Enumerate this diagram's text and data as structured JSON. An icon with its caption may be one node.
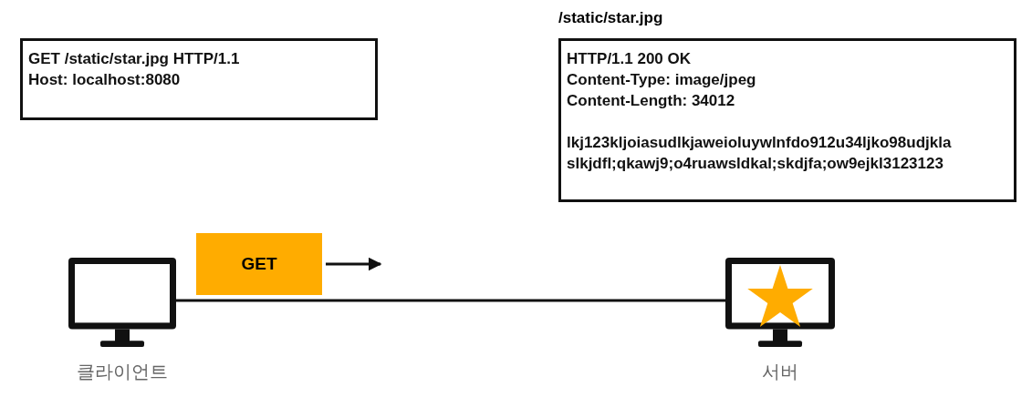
{
  "diagram": {
    "nodes": [
      {
        "text": [
          "GET /static/star.jpg HTTP/1.1",
          "Host: localhost:8080"
        ]
      },
      {
        "text": [
          "/static/star.jpg",
          "HTTP/1.1 200 OK",
          "Content-Type: image/jpeg",
          "Content-Length: 34012",
          "lkj123kljoiasudlkjaweioluywlnfdo912u34ljko98udjkla",
          "slkjdfl;qkawj9;o4ruawsldkal;skdjfa;ow9ejkl3123123"
        ]
      },
      {
        "text": [
          "GET"
        ]
      },
      {
        "text": [],
        "shape": "monitor",
        "beside": [
          "클라이언트"
        ]
      },
      {
        "text": [],
        "shape": "monitor",
        "beside": [
          "서버"
        ]
      }
    ],
    "edges": [
      {
        "from": 3,
        "to": 4,
        "arrow": "none"
      },
      {
        "from": 2,
        "to": null,
        "arrow": "to"
      }
    ]
  }
}
